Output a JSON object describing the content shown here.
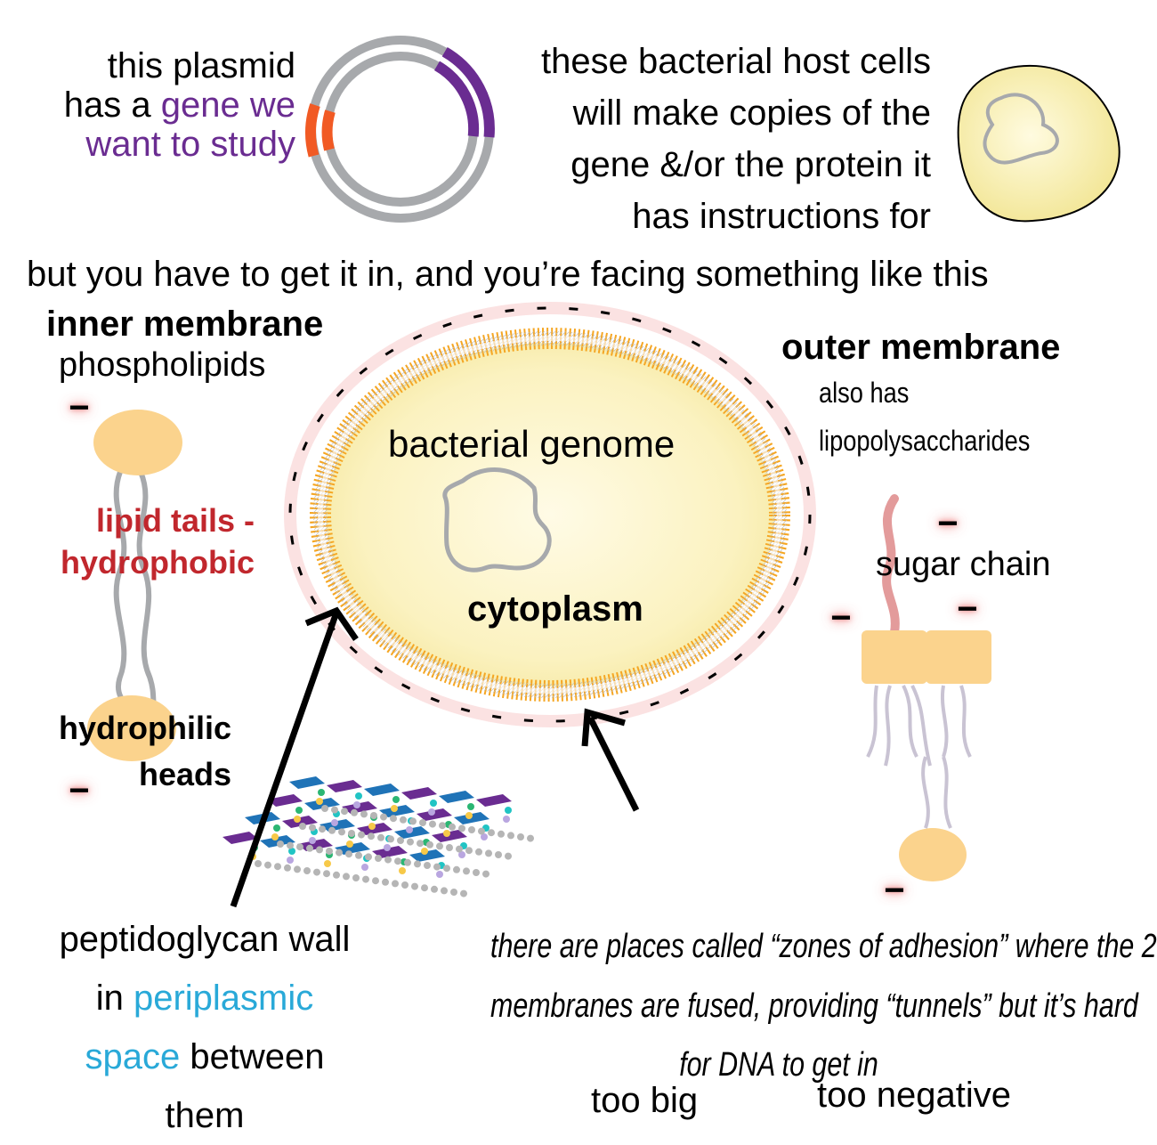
{
  "plasmid_text": {
    "line1": "this plasmid",
    "line2_a": "has a ",
    "line2_b": "gene we",
    "line3": "want to study"
  },
  "host_text": {
    "line1": "these bacterial host cells",
    "line2": "will make copies of the",
    "line3": "gene &/or the protein it",
    "line4": "has instructions for"
  },
  "subtitle": "but you have to get it in, and you’re facing something like this",
  "inner_membrane": {
    "title": "inner membrane",
    "subtitle": "phospholipids"
  },
  "lipid_tails": {
    "line1": "lipid tails -",
    "line2": "hydrophobic"
  },
  "hydrophilic_heads": {
    "line1": "hydrophilic",
    "line2": "heads"
  },
  "outer_membrane": {
    "title": "outer membrane",
    "line1": "also has",
    "line2": "lipopolysaccharides"
  },
  "sugar_chain": "sugar chain",
  "bacterial_genome": "bacterial genome",
  "cytoplasm": "cytoplasm",
  "peptidoglycan": {
    "line1": "peptidoglycan wall",
    "line2_a": "in ",
    "line2_b": "periplasmic",
    "line3_a": "space",
    "line3_b": " between",
    "line4": "them"
  },
  "zones": {
    "line1": "there are places called “zones of adhesion” where the 2",
    "line2": "membranes are fused, providing “tunnels” but it’s hard",
    "line3": "for DNA to get in"
  },
  "too_big": "too big",
  "too_negative": "too negative",
  "minus_sign": "−",
  "colors": {
    "purple": "#6a2c91",
    "red": "#c1272d",
    "blue": "#29a9d8",
    "orange": "#f15a24",
    "head": "#fbd38d",
    "gray": "#a7a9ac",
    "pink": "#e39b9b",
    "membrane": "#f5a623"
  }
}
